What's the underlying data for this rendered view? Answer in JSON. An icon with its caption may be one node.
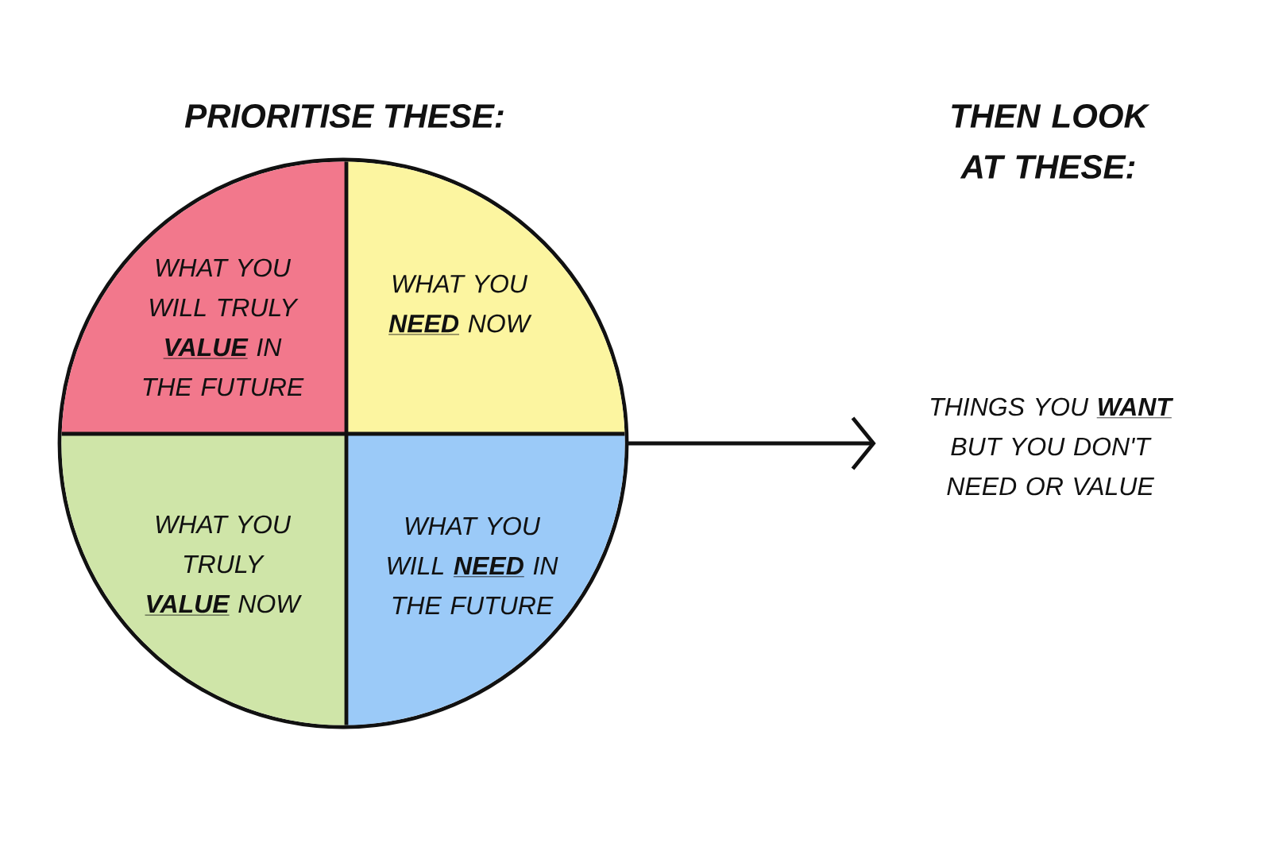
{
  "diagram": {
    "nodes": [
      {
        "text": [
          "PRIORITISE THESE:"
        ]
      },
      {
        "text": [
          "WHAT YOU WILL TRULY **VALUE** IN THE FUTURE"
        ],
        "in": 0
      },
      {
        "text": [
          "WHAT YOU **NEED** NOW"
        ],
        "in": 0
      },
      {
        "text": [
          "WHAT YOU TRULY **VALUE** NOW"
        ],
        "in": 0
      },
      {
        "text": [
          "WHAT YOU WILL **NEED** IN THE FUTURE"
        ],
        "in": 0
      },
      {
        "text": [
          "THINGS YOU **WANT** BUT YOU DON'T NEED OR VALUE"
        ]
      }
    ],
    "edges": [
      {
        "from": 0,
        "to": 5,
        "arrow": "to"
      }
    ],
    "labels": [
      "THEN LOOK AT THESE:"
    ]
  }
}
